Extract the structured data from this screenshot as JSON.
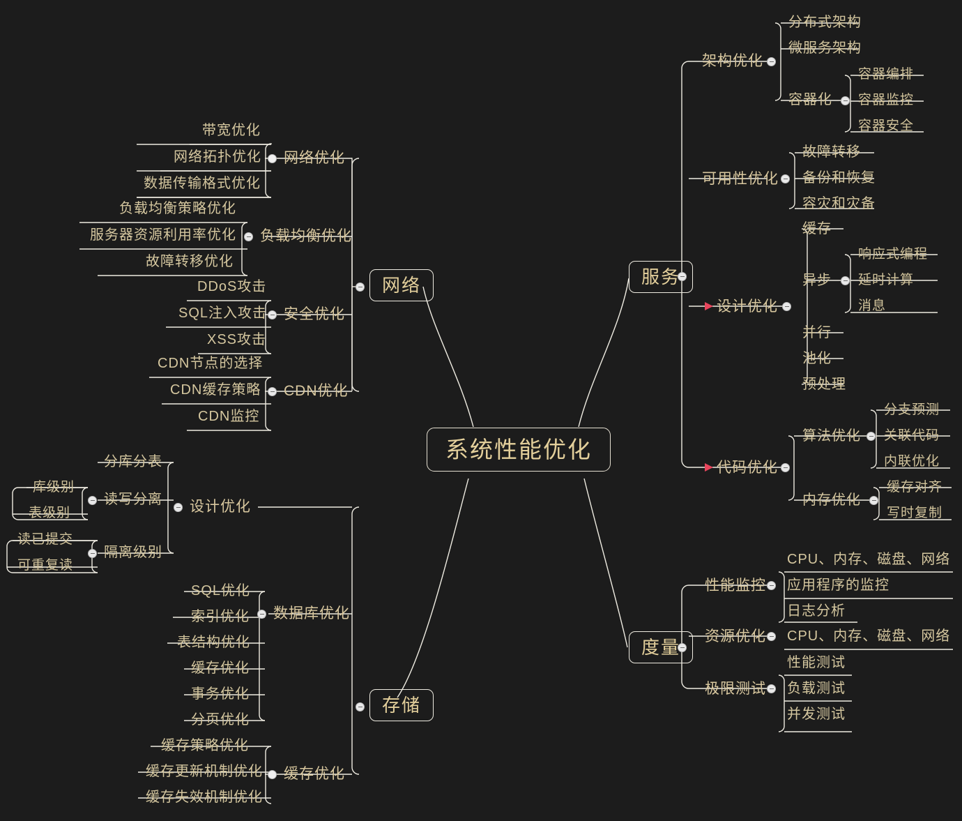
{
  "title": "系统性能优化",
  "theme": {
    "background": "#1c1c1c",
    "text": "#d8c9a0",
    "root_text": "#e3cf9b",
    "line": "#efece2",
    "flag": "#e8455c",
    "handle": "#e9e9e9"
  },
  "root": {
    "label": "系统性能优化"
  },
  "branches": {
    "network": {
      "label": "网络",
      "children": [
        {
          "label": "网络优化",
          "children": [
            {
              "label": "带宽优化"
            },
            {
              "label": "网络拓扑优化"
            },
            {
              "label": "数据传输格式优化"
            }
          ]
        },
        {
          "label": "负载均衡优化",
          "children": [
            {
              "label": "负载均衡策略优化"
            },
            {
              "label": "服务器资源利用率优化"
            },
            {
              "label": "故障转移优化"
            }
          ]
        },
        {
          "label": "安全优化",
          "children": [
            {
              "label": "DDoS攻击"
            },
            {
              "label": "SQL注入攻击"
            },
            {
              "label": "XSS攻击"
            }
          ]
        },
        {
          "label": "CDN优化",
          "children": [
            {
              "label": "CDN节点的选择"
            },
            {
              "label": "CDN缓存策略"
            },
            {
              "label": "CDN监控"
            }
          ]
        }
      ]
    },
    "storage": {
      "label": "存储",
      "children": [
        {
          "label": "设计优化",
          "children": [
            {
              "label": "分库分表"
            },
            {
              "label": "读写分离",
              "children": [
                {
                  "label": "库级别"
                },
                {
                  "label": "表级别"
                }
              ]
            },
            {
              "label": "隔离级别",
              "children": [
                {
                  "label": "读已提交"
                },
                {
                  "label": "可重复读"
                }
              ]
            }
          ]
        },
        {
          "label": "数据库优化",
          "children": [
            {
              "label": "SQL优化"
            },
            {
              "label": "索引优化"
            },
            {
              "label": "表结构优化"
            },
            {
              "label": "缓存优化"
            },
            {
              "label": "事务优化"
            },
            {
              "label": "分页优化"
            }
          ]
        },
        {
          "label": "缓存优化",
          "children": [
            {
              "label": "缓存策略优化"
            },
            {
              "label": "缓存更新机制优化"
            },
            {
              "label": "缓存失效机制优化"
            }
          ]
        }
      ]
    },
    "service": {
      "label": "服务",
      "children": [
        {
          "label": "架构优化",
          "children": [
            {
              "label": "分布式架构"
            },
            {
              "label": "微服务架构"
            },
            {
              "label": "容器化",
              "children": [
                {
                  "label": "容器编排"
                },
                {
                  "label": "容器监控"
                },
                {
                  "label": "容器安全"
                }
              ]
            }
          ]
        },
        {
          "label": "可用性优化",
          "children": [
            {
              "label": "故障转移"
            },
            {
              "label": "备份和恢复"
            },
            {
              "label": "容灾和灾备"
            }
          ]
        },
        {
          "label": "设计优化",
          "flag": true,
          "children": [
            {
              "label": "缓存"
            },
            {
              "label": "异步",
              "children": [
                {
                  "label": "响应式编程"
                },
                {
                  "label": "延时计算"
                },
                {
                  "label": "消息"
                }
              ]
            },
            {
              "label": "并行"
            },
            {
              "label": "池化"
            },
            {
              "label": "预处理"
            }
          ]
        },
        {
          "label": "代码优化",
          "flag": true,
          "children": [
            {
              "label": "算法优化",
              "children": [
                {
                  "label": "分支预测"
                },
                {
                  "label": "关联代码"
                },
                {
                  "label": "内联优化"
                }
              ]
            },
            {
              "label": "内存优化",
              "children": [
                {
                  "label": "缓存对齐"
                },
                {
                  "label": "写时复制"
                }
              ]
            }
          ]
        }
      ]
    },
    "metrics": {
      "label": "度量",
      "children": [
        {
          "label": "性能监控",
          "children": [
            {
              "label": "CPU、内存、磁盘、网络"
            },
            {
              "label": "应用程序的监控"
            },
            {
              "label": "日志分析"
            }
          ]
        },
        {
          "label": "资源优化",
          "children": [
            {
              "label": "CPU、内存、磁盘、网络"
            }
          ]
        },
        {
          "label": "极限测试",
          "children": [
            {
              "label": "性能测试"
            },
            {
              "label": "负载测试"
            },
            {
              "label": "并发测试"
            }
          ]
        }
      ]
    }
  }
}
